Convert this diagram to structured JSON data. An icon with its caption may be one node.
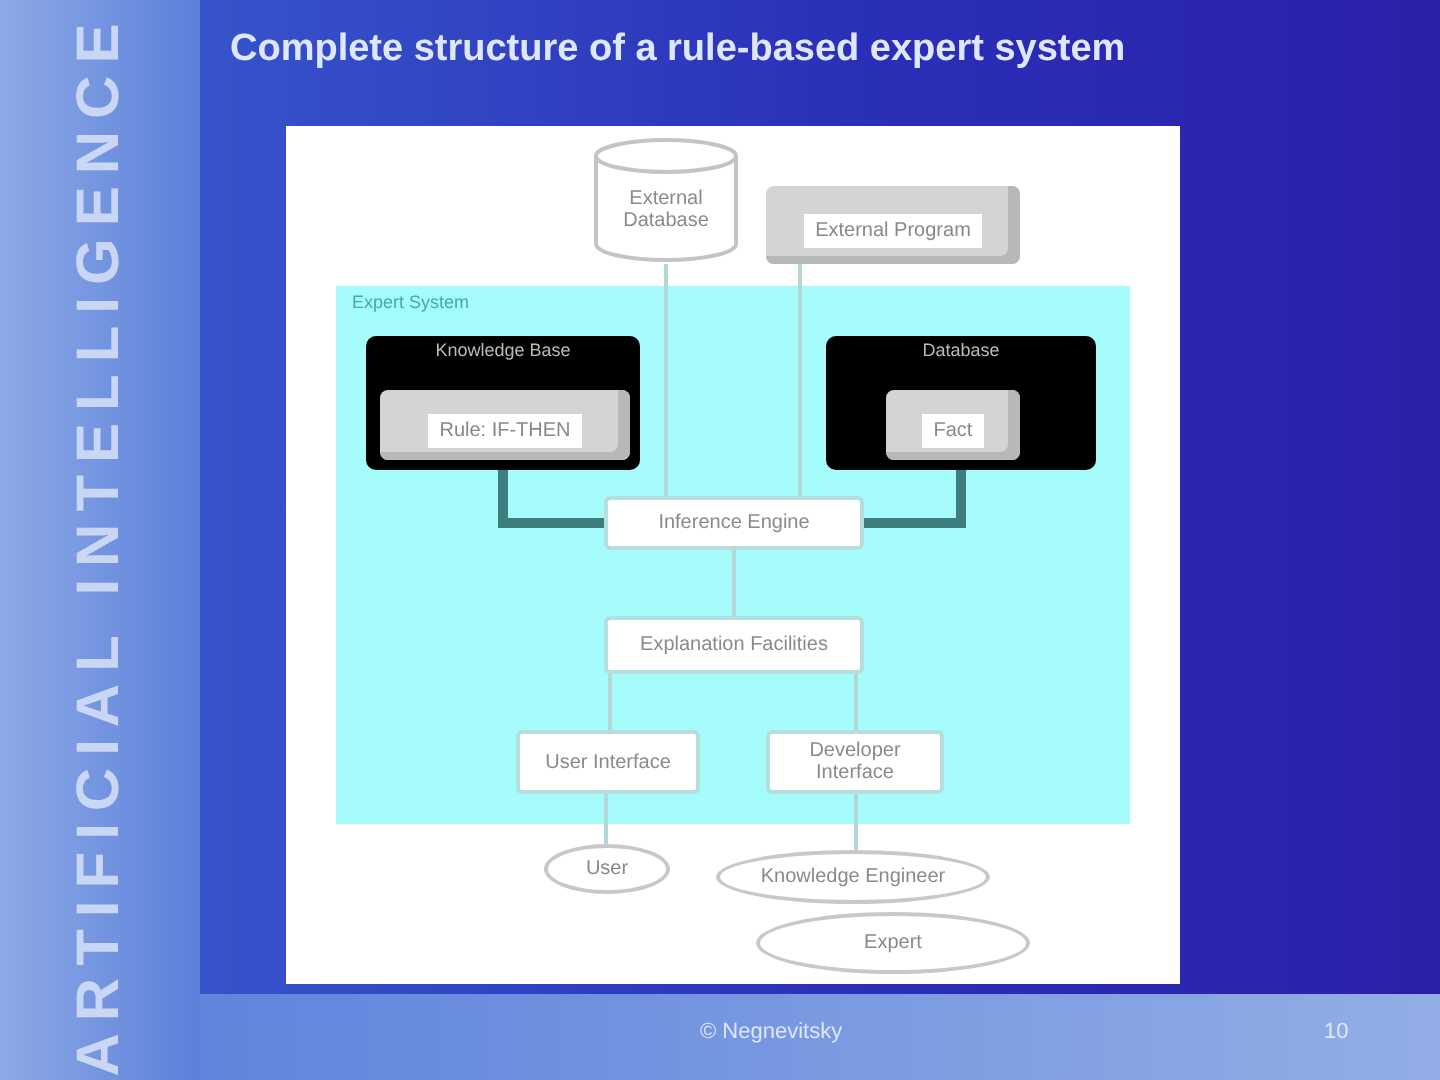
{
  "diagram": {
    "title": "Complete structure of a rule-based expert system",
    "nodes": [
      {
        "text": [
          "External Database"
        ]
      },
      {
        "text": [
          "External Program"
        ]
      },
      {
        "text": [
          "Expert System"
        ]
      },
      {
        "text": [
          "Knowledge Base"
        ],
        "in": 2
      },
      {
        "text": [
          "Rule: IF-THEN"
        ],
        "in": 3
      },
      {
        "text": [
          "Database"
        ],
        "in": 2
      },
      {
        "text": [
          "Fact"
        ],
        "in": 5
      },
      {
        "text": [
          "Inference Engine"
        ],
        "in": 2
      },
      {
        "text": [
          "Explanation Facilities"
        ],
        "in": 2
      },
      {
        "text": [
          "User Interface"
        ],
        "in": 2
      },
      {
        "text": [
          "Developer Interface"
        ],
        "in": 2
      },
      {
        "text": [
          "User"
        ]
      },
      {
        "text": [
          "Knowledge Engineer"
        ]
      },
      {
        "text": [
          "Expert"
        ]
      }
    ],
    "edges": [
      {
        "from": 0,
        "to": 7,
        "arrow": "none"
      },
      {
        "from": 1,
        "to": 7,
        "arrow": "none"
      },
      {
        "from": 3,
        "to": 7,
        "arrow": "none",
        "style": "thick",
        "color": "#3d7f7f"
      },
      {
        "from": 5,
        "to": 7,
        "arrow": "none",
        "style": "thick",
        "color": "#3d7f7f"
      },
      {
        "from": 7,
        "to": 8,
        "arrow": "none"
      },
      {
        "from": 8,
        "to": 9,
        "arrow": "none"
      },
      {
        "from": 8,
        "to": 10,
        "arrow": "none"
      },
      {
        "from": 9,
        "to": 11,
        "arrow": "none"
      },
      {
        "from": 10,
        "to": 12,
        "arrow": "none"
      }
    ],
    "labels": [
      "ARTIFICIAL INTELLIGENCE",
      "© Negnevitsky",
      "10"
    ]
  }
}
